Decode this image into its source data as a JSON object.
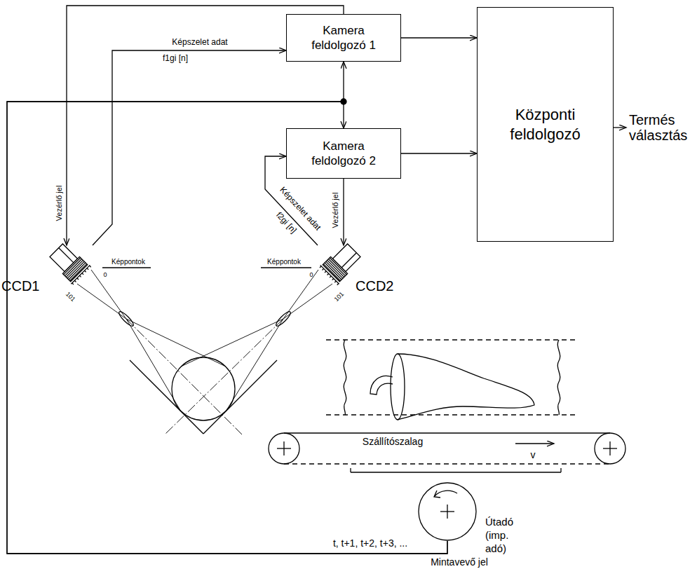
{
  "diagram": {
    "nodes": [
      {
        "text": [
          "Kamera feldolgozó 1"
        ]
      },
      {
        "text": [
          "Kamera feldolgozó 2"
        ]
      },
      {
        "text": [
          "Központi feldolgozó"
        ]
      },
      {
        "text": [
          "CCD1"
        ]
      },
      {
        "text": [
          "CCD2"
        ]
      },
      {
        "text": [
          "Útadó (imp. adó)"
        ]
      }
    ],
    "edges": [
      {
        "from": 0,
        "to": 3,
        "label": "Vezérlő jel",
        "arrow": "to"
      },
      {
        "from": 3,
        "to": 0,
        "label": "Képszelet adat",
        "arrow": "to"
      },
      {
        "from": 1,
        "to": 4,
        "label": "Vezérlő jel",
        "arrow": "to"
      },
      {
        "from": 4,
        "to": 1,
        "label": "Képszelet adat",
        "arrow": "to"
      },
      {
        "from": 0,
        "to": 2,
        "arrow": "to"
      },
      {
        "from": 1,
        "to": 2,
        "arrow": "to"
      },
      {
        "from": 5,
        "to": 0,
        "arrow": "to"
      },
      {
        "from": 5,
        "to": 1,
        "arrow": "to"
      }
    ],
    "labels": [
      "Képpontok",
      "0",
      "101",
      "Képpontok",
      "0",
      "101",
      "f1gi [n]",
      "f2gi [n]",
      "Termés választás",
      "Szállítószalag",
      "v",
      "t, t+1, t+2, t+3, ...",
      "Mintavevő jel"
    ]
  }
}
